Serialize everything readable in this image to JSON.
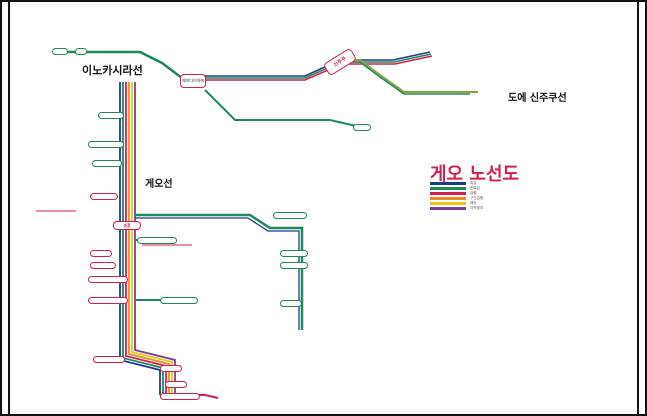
{
  "map": {
    "title": "게오 노선도",
    "line_labels": {
      "inokashira": "이노카시라선",
      "keio": "게오선",
      "toei_shinjuku": "도에 신주쿠선"
    },
    "hubs": {
      "shinjuku": "신주쿠",
      "meidaimae": "메이다이마에",
      "chofu": "조후"
    },
    "legend": [
      "특급",
      "준특급",
      "급행",
      "구간급행",
      "쾌속",
      "각역정차"
    ],
    "colors": {
      "green": "#1e8a5a",
      "red": "#d31f4e",
      "navy": "#1f3b8a",
      "orange": "#f08a24",
      "yellow": "#f0c419",
      "purple": "#7a3f98",
      "olive": "#8fa33b",
      "frame": "#111111"
    }
  }
}
